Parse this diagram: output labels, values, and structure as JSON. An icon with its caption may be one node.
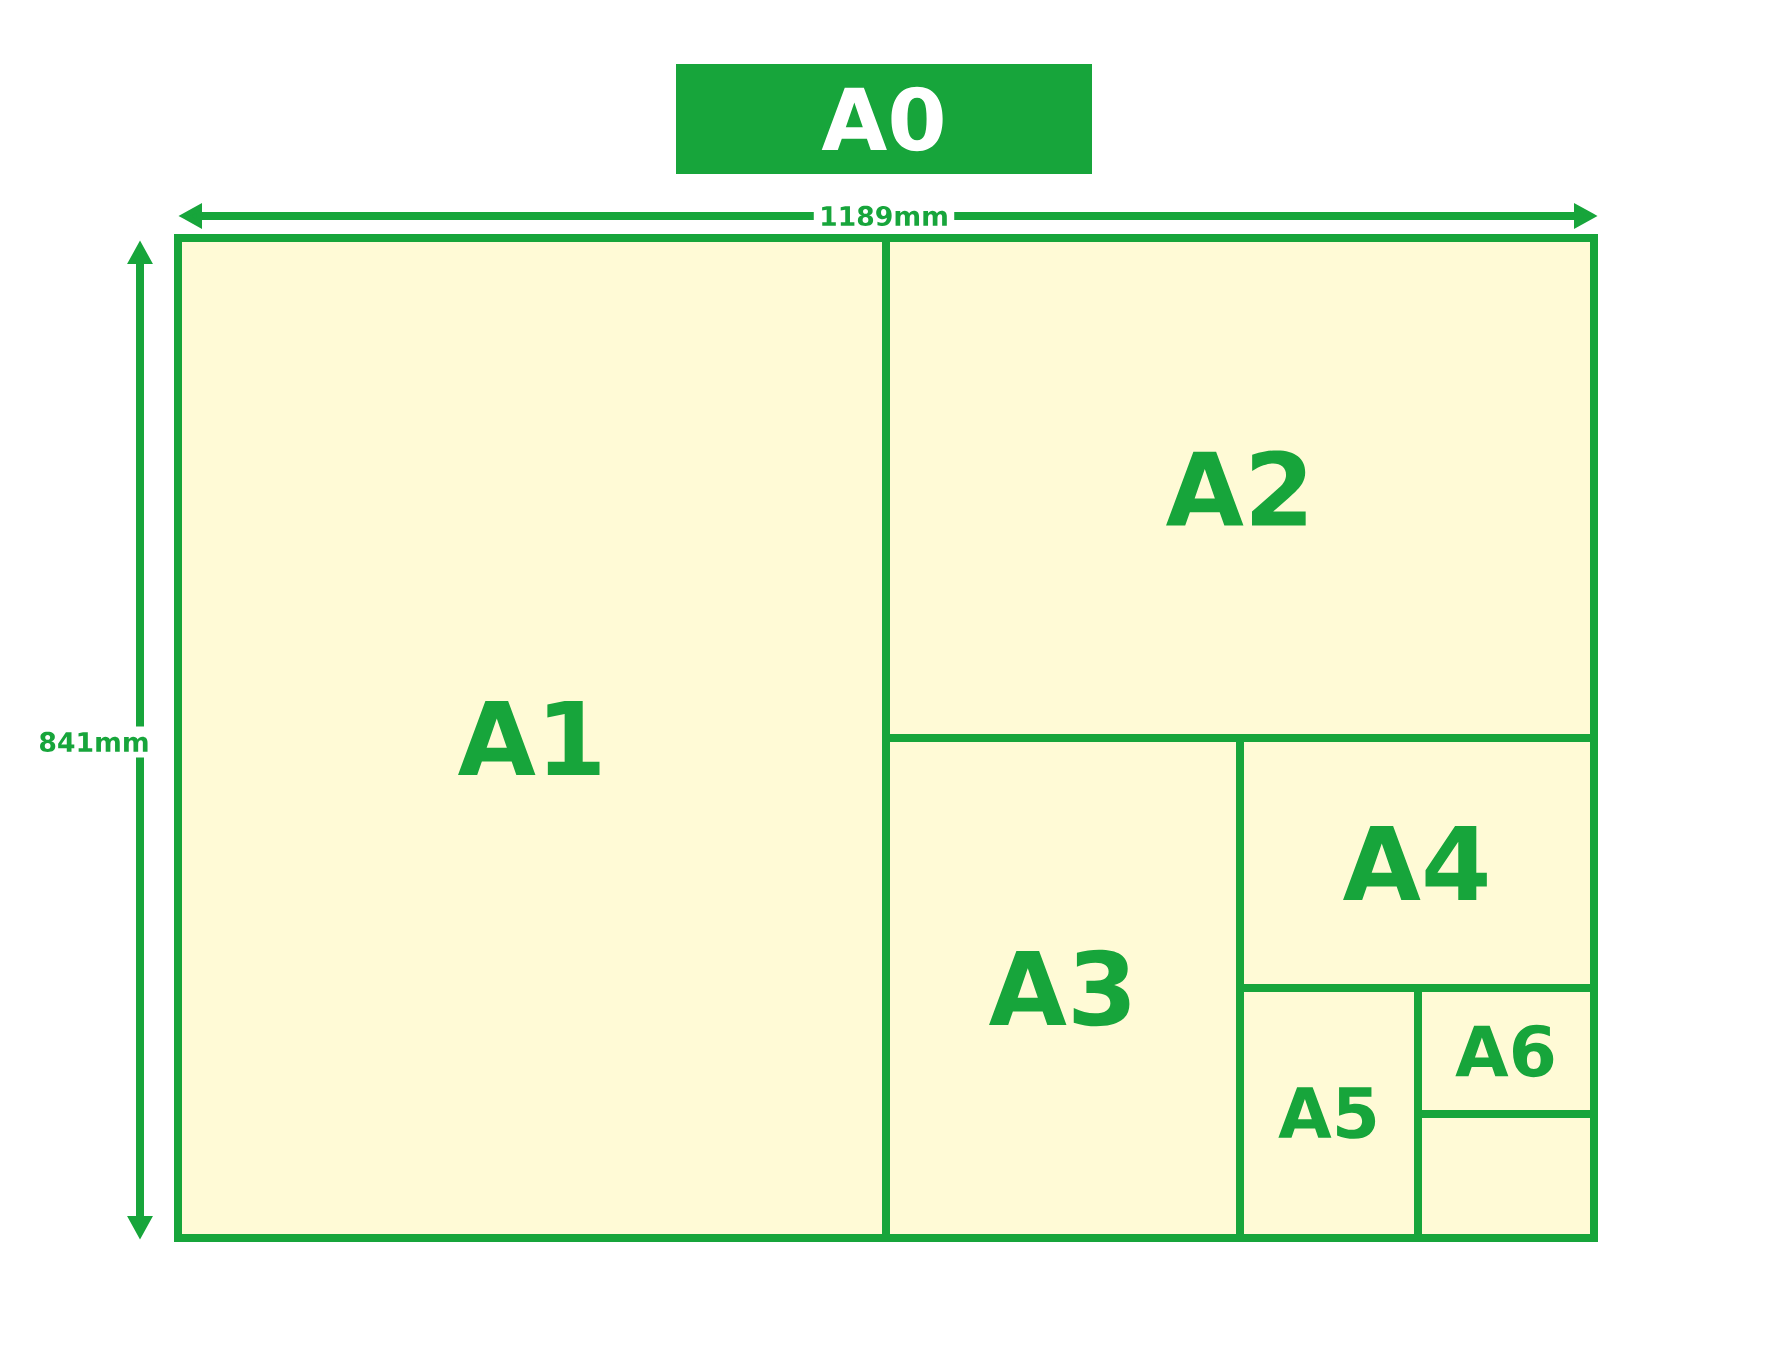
{
  "diagram": {
    "title": "A0",
    "nodes": [
      {
        "text": [
          "A1"
        ]
      },
      {
        "text": [
          "A2"
        ]
      },
      {
        "text": [
          "A3"
        ]
      },
      {
        "text": [
          "A4"
        ]
      },
      {
        "text": [
          "A5"
        ]
      },
      {
        "text": [
          "A6"
        ]
      },
      {
        "text": [],
        "shape": "box"
      }
    ],
    "labels": [
      "1189mm",
      "841mm"
    ]
  }
}
